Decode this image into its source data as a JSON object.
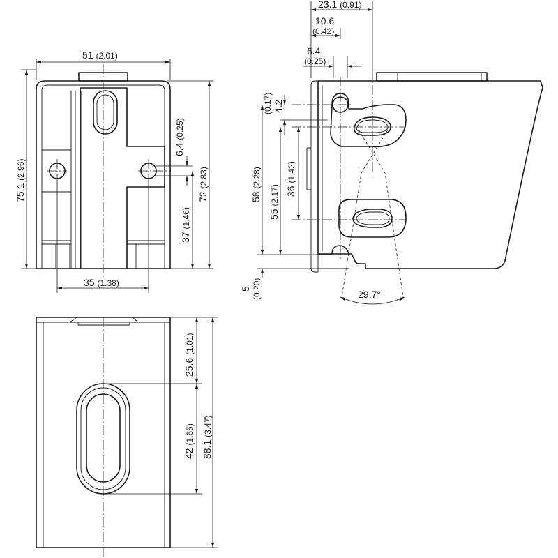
{
  "front_view": {
    "width": "51",
    "width_in": "(2.01)",
    "height": "75.1",
    "height_in": "(2.96)",
    "hole_spacing": "35",
    "hole_spacing_in": "(1.38)",
    "hole_dia": "6.4",
    "hole_dia_in": "(0.25)",
    "hole_height": "37",
    "hole_height_in": "(1.46)",
    "inner_height": "72",
    "inner_height_in": "(2.83)"
  },
  "side_view": {
    "depth": "23.1",
    "depth_in": "(0.91)",
    "offset": "10.6",
    "offset_in": "(0.42)",
    "slot_width": "6.4",
    "slot_width_in": "(0.25)",
    "top_hole": "4.2",
    "top_hole_in": "(0.17)",
    "height_58": "58",
    "height_58_in": "(2.28)",
    "height_55": "55",
    "height_55_in": "(2.17)",
    "slot_spacing": "36",
    "slot_spacing_in": "(1.42)",
    "base": "5",
    "base_in": "(0.20)",
    "angle": "29.7°"
  },
  "bottom_view": {
    "top_offset": "25.6",
    "top_offset_in": "(1.01)",
    "slot_length": "42",
    "slot_length_in": "(1.65)",
    "total_length": "88.1",
    "total_length_in": "(3.47)"
  }
}
